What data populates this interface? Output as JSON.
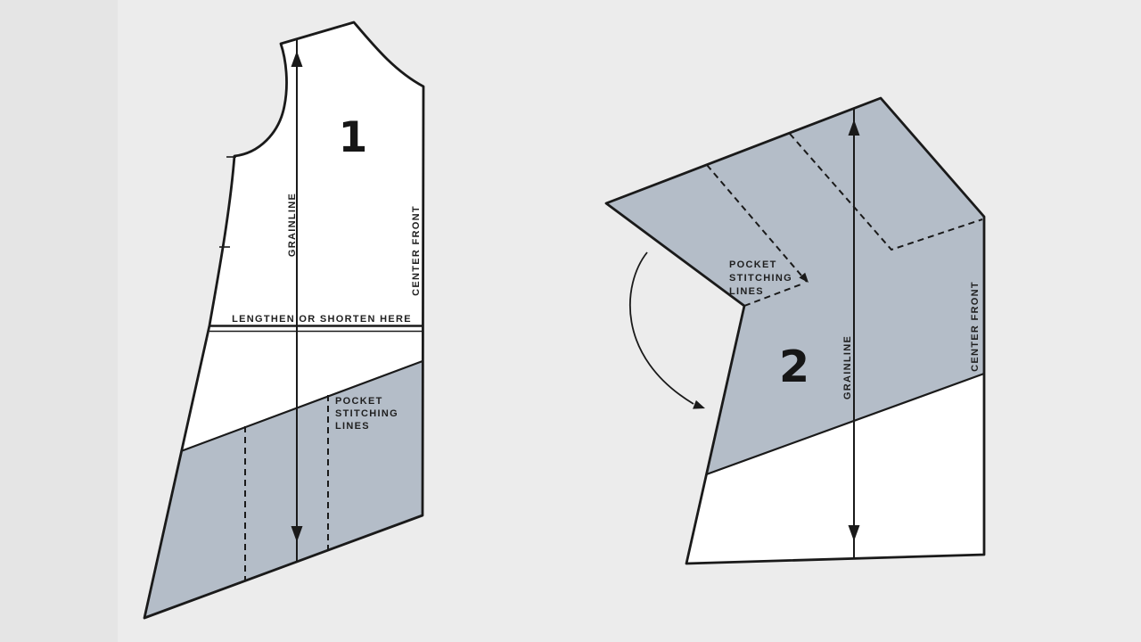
{
  "diagram_title": "sewing pattern pocket fold diagram",
  "colors": {
    "background": "#ececec",
    "left_band": "#e5e5e5",
    "ink": "#1a1a1a",
    "piece_fill": "#ffffff",
    "pocket_fill": "#b4bdc8",
    "label_ink": "#1f1f1f"
  },
  "piece1": {
    "number": "1",
    "grainline": "GRAINLINE",
    "center_front": "CENTER FRONT",
    "lengthen_line": "LENGTHEN OR SHORTEN HERE",
    "pocket_lines": [
      "POCKET",
      "STITCHING",
      "LINES"
    ]
  },
  "piece2": {
    "number": "2",
    "grainline": "GRAINLINE",
    "center_front": "CENTER FRONT",
    "pocket_lines": [
      "POCKET",
      "STITCHING",
      "LINES"
    ]
  }
}
